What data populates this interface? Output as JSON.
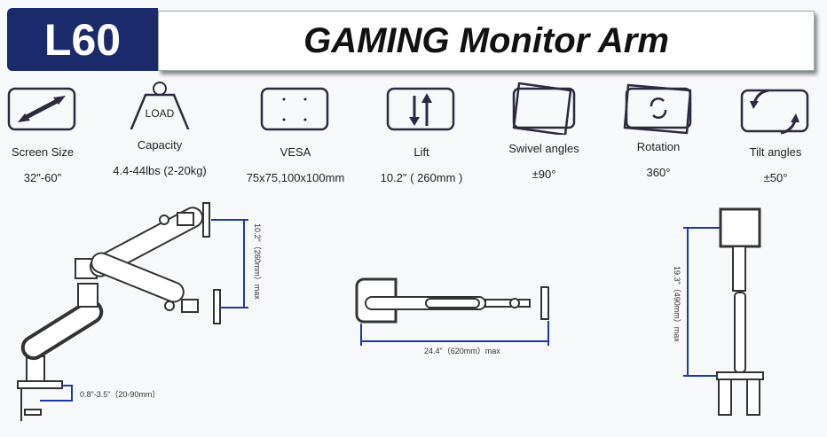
{
  "header": {
    "model": "L60",
    "title": "GAMING Monitor Arm"
  },
  "specs": [
    {
      "icon": "screen-size-icon",
      "label": "Screen Size",
      "value": "32\"-60\""
    },
    {
      "icon": "load-weight-icon",
      "label": "Capacity",
      "value": "4.4-44lbs (2-20kg)",
      "icon_text": "LOAD"
    },
    {
      "icon": "vesa-icon",
      "label": "VESA",
      "value": "75x75,100x100mm"
    },
    {
      "icon": "lift-icon",
      "label": "Lift",
      "value": "10.2\" ( 260mm )"
    },
    {
      "icon": "swivel-icon",
      "label": "Swivel angles",
      "value": "±90°"
    },
    {
      "icon": "rotation-icon",
      "label": "Rotation",
      "value": "360°"
    },
    {
      "icon": "tilt-icon",
      "label": "Tilt angles",
      "value": "±50°"
    }
  ],
  "dimensions": {
    "lift": "10.2\"（260mm）max",
    "clamp": "0.8\"-3.5\"（20-90mm）",
    "extension": "24.4\"（620mm）max",
    "height": "19.3\"（490mm）max"
  },
  "colors": {
    "badge": "#1b2a6b",
    "dimension_line": "#1a3aa8",
    "icon_stroke": "#2a2a40"
  }
}
